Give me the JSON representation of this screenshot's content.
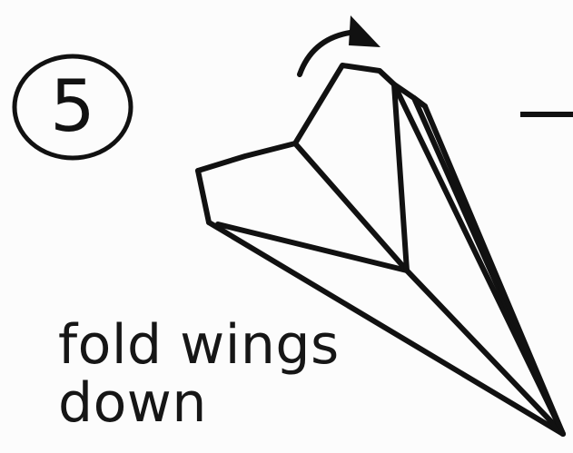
{
  "step": {
    "number": "5"
  },
  "caption": {
    "line1": "fold wings",
    "line2": "down"
  },
  "icons": {
    "arrow": "curved-arrow-icon",
    "step_badge": "step-circle-icon",
    "illustration": "paper-airplane-icon"
  },
  "colors": {
    "ink": "#111111",
    "paper": "#fcfcfc"
  }
}
